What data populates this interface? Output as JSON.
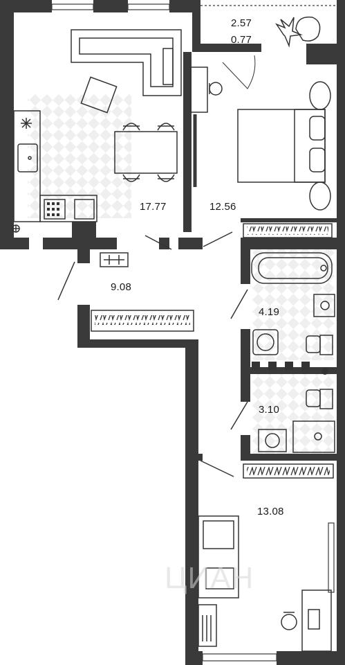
{
  "plan": {
    "wall_color": "#3a3a3a",
    "furniture_stroke": "#333333",
    "floor_pattern_color": "#ececec",
    "rooms": [
      {
        "id": "balcony",
        "area": "2.57"
      },
      {
        "id": "balcony-alt",
        "area": "0.77"
      },
      {
        "id": "kitchen-living",
        "area": "17.77"
      },
      {
        "id": "bedroom",
        "area": "12.56"
      },
      {
        "id": "hallway",
        "area": "9.08"
      },
      {
        "id": "bathroom",
        "area": "4.19"
      },
      {
        "id": "toilet",
        "area": "3.10"
      },
      {
        "id": "room-2",
        "area": "13.08"
      }
    ],
    "watermark": "ЦИАН"
  }
}
